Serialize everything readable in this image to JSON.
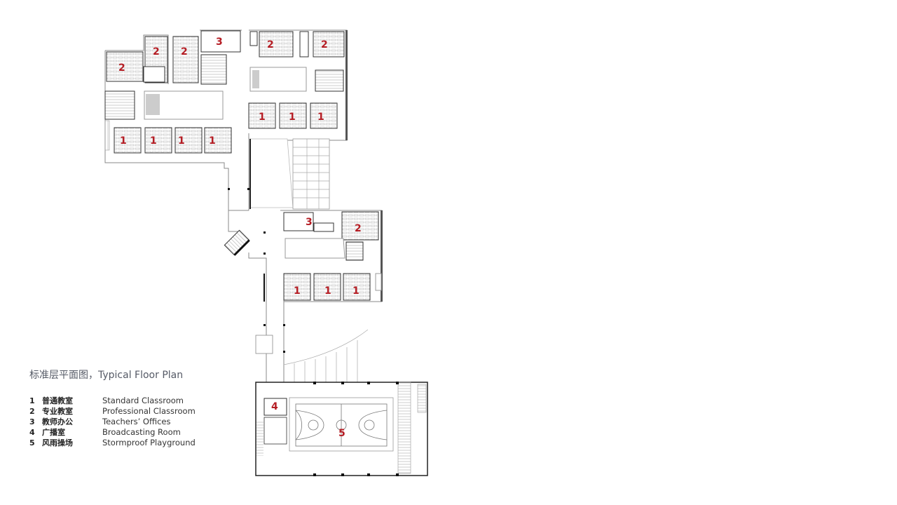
{
  "title": {
    "cn": "标准层平面图，",
    "en": "Typical Floor Plan"
  },
  "legend": [
    {
      "num": "1",
      "cn": "普通教室",
      "en": "Standard Classroom"
    },
    {
      "num": "2",
      "cn": "专业教室",
      "en": "Professional Classroom"
    },
    {
      "num": "3",
      "cn": "教师办公",
      "en": "Teachers’  Offices"
    },
    {
      "num": "4",
      "cn": "广播室",
      "en": "Broadcasting Room"
    },
    {
      "num": "5",
      "cn": "风雨操场",
      "en": "Stormproof Playground"
    }
  ],
  "room_labels": {
    "a": "2",
    "b": "2",
    "c": "2",
    "d": "3",
    "e": "2",
    "f": "2",
    "g": "1",
    "h": "1",
    "i": "1",
    "j": "1",
    "k": "1",
    "l": "1",
    "m": "1",
    "n": "3",
    "o": "2",
    "p": "1",
    "q": "1",
    "r": "1",
    "s": "4",
    "t": "5"
  },
  "colors": {
    "label": "#b51d24",
    "wall": "#1a1a1a",
    "thin_line": "#9a9a9a",
    "title_text": "#555a66"
  }
}
